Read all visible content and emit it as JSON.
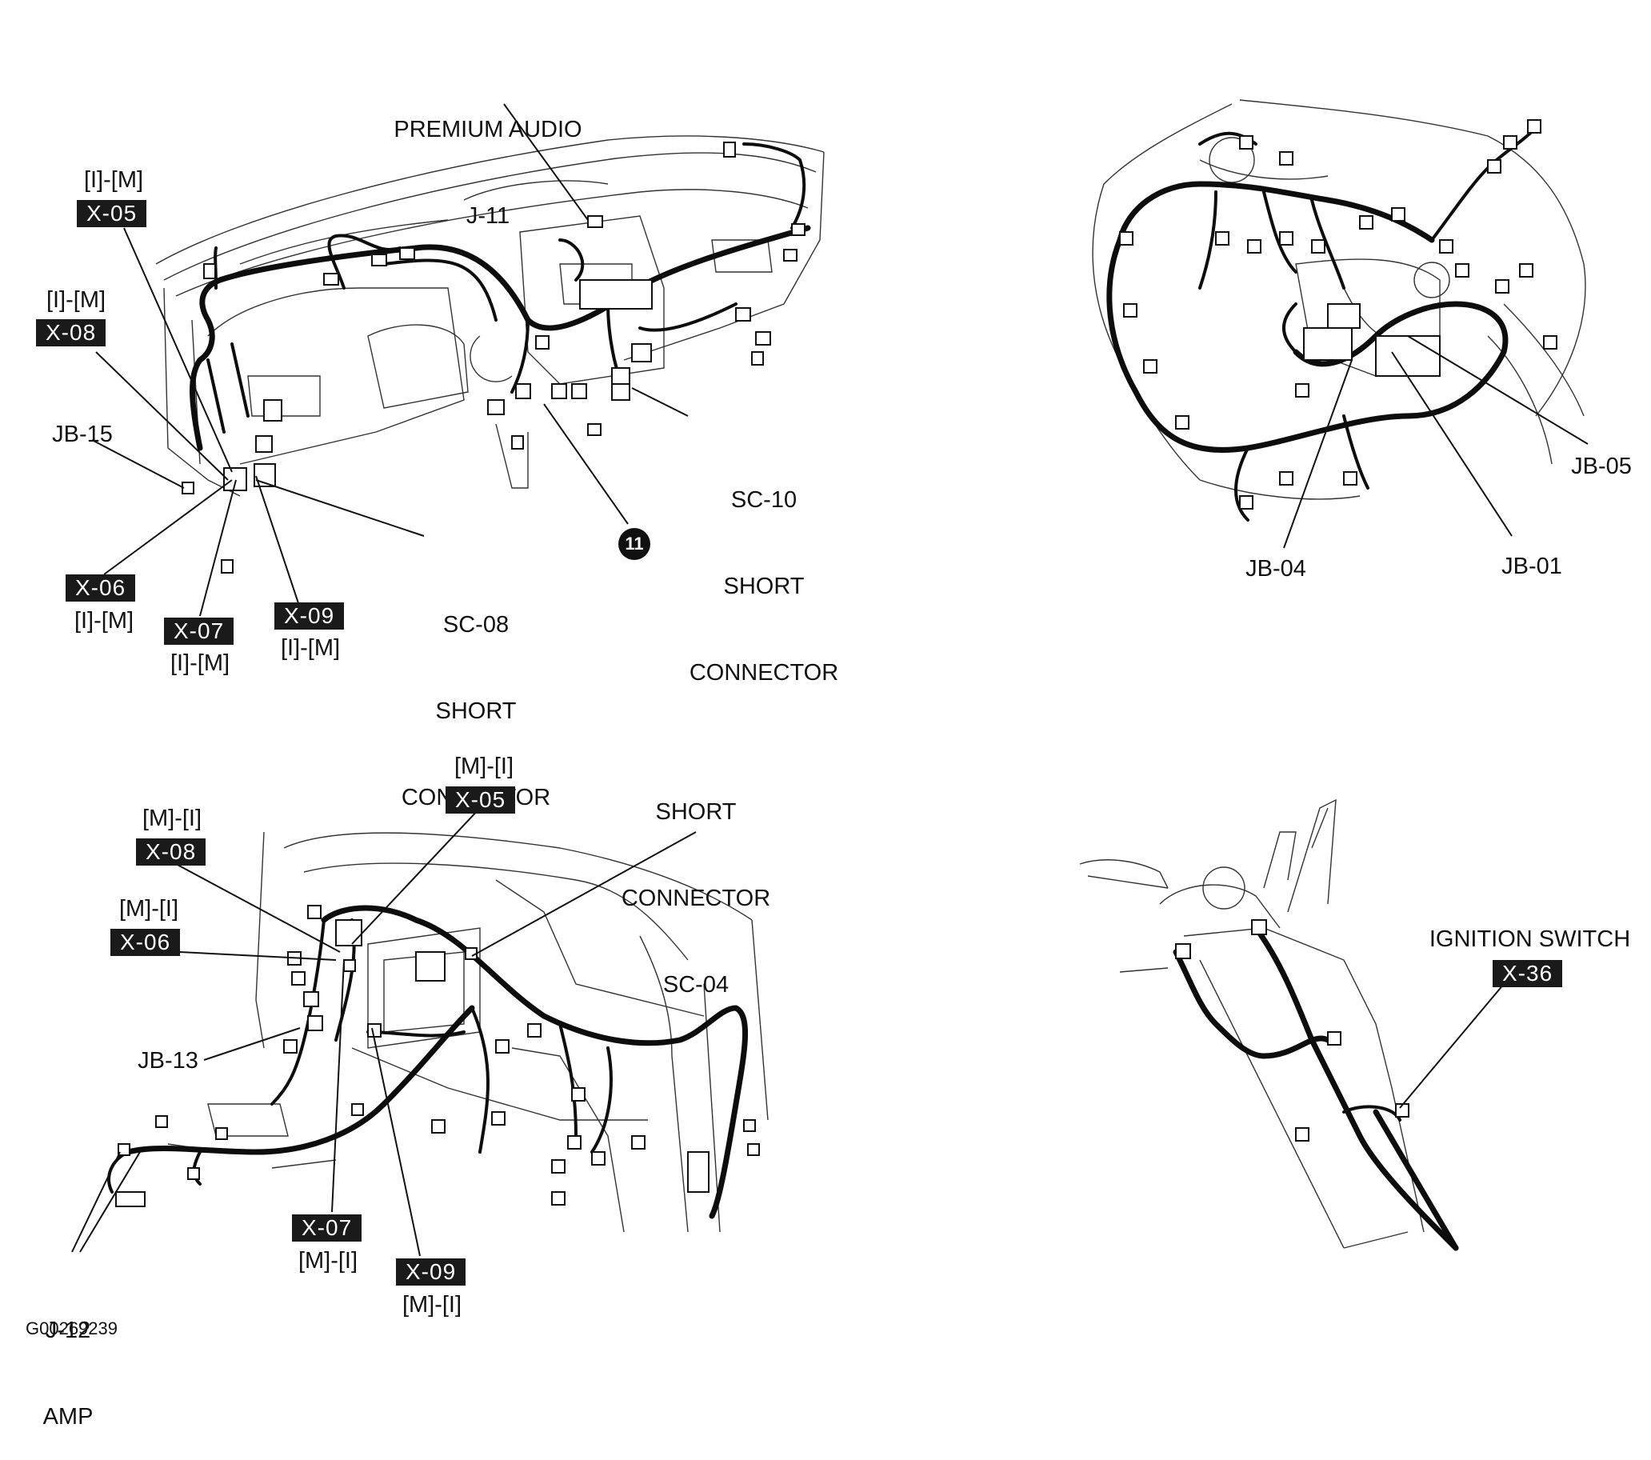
{
  "figure_id": "G00269239",
  "panels": {
    "dash_left": {
      "premium_audio": [
        "PREMIUM AUDIO",
        "J-11"
      ],
      "x05": {
        "title": "[I]-[M]",
        "tag": "X-05"
      },
      "x08": {
        "title": "[I]-[M]",
        "tag": "X-08"
      },
      "jb15": "JB-15",
      "sc10": [
        "SC-10",
        "SHORT",
        "CONNECTOR"
      ],
      "badge": "11",
      "sc08": [
        "SC-08",
        "SHORT",
        "CONNECTOR"
      ],
      "x06": {
        "tag": "X-06",
        "sub": "[I]-[M]"
      },
      "x07": {
        "tag": "X-07",
        "sub": "[I]-[M]"
      },
      "x09": {
        "tag": "X-09",
        "sub": "[I]-[M]"
      }
    },
    "engine_bay": {
      "jb05": "JB-05",
      "jb04": "JB-04",
      "jb01": "JB-01"
    },
    "dash_lower": {
      "x05": {
        "title": "[M]-[I]",
        "tag": "X-05"
      },
      "sc04": [
        "SHORT",
        "CONNECTOR",
        "SC-04"
      ],
      "x08": {
        "title": "[M]-[I]",
        "tag": "X-08"
      },
      "x06": {
        "title": "[M]-[I]",
        "tag": "X-06"
      },
      "jb13": "JB-13",
      "x07": {
        "tag": "X-07",
        "sub": "[M]-[I]"
      },
      "x09": {
        "tag": "X-09",
        "sub": "[M]-[I]"
      },
      "j12": [
        "J-12",
        "AMP"
      ]
    },
    "steering": {
      "ignition": "IGNITION SWITCH",
      "x36": "X-36"
    }
  }
}
